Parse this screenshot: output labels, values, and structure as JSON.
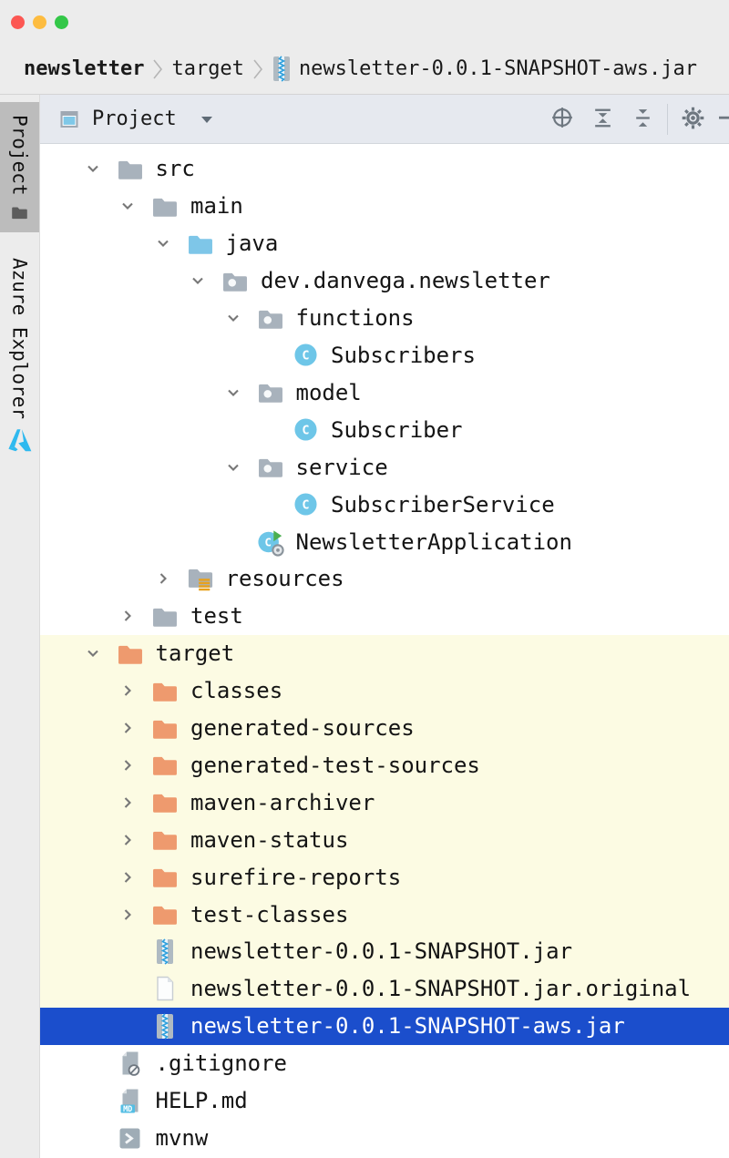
{
  "window": {
    "breadcrumbs": [
      {
        "label": "newsletter",
        "bold": true
      },
      {
        "label": "target"
      },
      {
        "label": "newsletter-0.0.1-SNAPSHOT-aws.jar",
        "icon": "jar"
      }
    ]
  },
  "stripe": {
    "tabs": [
      {
        "label": "Project",
        "icon": "folder-solid",
        "active": true
      },
      {
        "label": "Azure Explorer",
        "icon": "azure",
        "active": false
      }
    ]
  },
  "toolbar": {
    "title": "Project",
    "actions": [
      {
        "name": "select-opened-file",
        "icon": "locate"
      },
      {
        "name": "expand-all",
        "icon": "expand-all"
      },
      {
        "name": "collapse-all",
        "icon": "collapse-all"
      },
      {
        "name": "separator"
      },
      {
        "name": "settings",
        "icon": "gear"
      },
      {
        "name": "hide",
        "icon": "minus"
      }
    ]
  },
  "icon_badges": {
    "class_letter": "C",
    "markdown_badge": "MD"
  },
  "tree": {
    "rows": [
      {
        "label": "src",
        "icon": "folder",
        "level": 1,
        "chevron": "open",
        "bg": "normal"
      },
      {
        "label": "main",
        "icon": "folder",
        "level": 2,
        "chevron": "open",
        "bg": "normal"
      },
      {
        "label": "java",
        "icon": "folder-source",
        "level": 3,
        "chevron": "open",
        "bg": "normal"
      },
      {
        "label": "dev.danvega.newsletter",
        "icon": "package",
        "level": 4,
        "chevron": "open",
        "bg": "normal"
      },
      {
        "label": "functions",
        "icon": "package",
        "level": 5,
        "chevron": "open",
        "bg": "normal"
      },
      {
        "label": "Subscribers",
        "icon": "class",
        "level": 6,
        "chevron": "none",
        "bg": "normal"
      },
      {
        "label": "model",
        "icon": "package",
        "level": 5,
        "chevron": "open",
        "bg": "normal"
      },
      {
        "label": "Subscriber",
        "icon": "class",
        "level": 6,
        "chevron": "none",
        "bg": "normal"
      },
      {
        "label": "service",
        "icon": "package",
        "level": 5,
        "chevron": "open",
        "bg": "normal"
      },
      {
        "label": "SubscriberService",
        "icon": "class",
        "level": 6,
        "chevron": "none",
        "bg": "normal"
      },
      {
        "label": "NewsletterApplication",
        "icon": "class-run",
        "level": 5,
        "chevron": "none",
        "bg": "normal"
      },
      {
        "label": "resources",
        "icon": "folder-resources",
        "level": 3,
        "chevron": "closed",
        "bg": "normal"
      },
      {
        "label": "test",
        "icon": "folder",
        "level": 2,
        "chevron": "closed",
        "bg": "normal"
      },
      {
        "label": "target",
        "icon": "folder-excluded",
        "level": 1,
        "chevron": "open",
        "bg": "excluded"
      },
      {
        "label": "classes",
        "icon": "folder-excluded",
        "level": 2,
        "chevron": "closed",
        "bg": "excluded"
      },
      {
        "label": "generated-sources",
        "icon": "folder-excluded",
        "level": 2,
        "chevron": "closed",
        "bg": "excluded"
      },
      {
        "label": "generated-test-sources",
        "icon": "folder-excluded",
        "level": 2,
        "chevron": "closed",
        "bg": "excluded"
      },
      {
        "label": "maven-archiver",
        "icon": "folder-excluded",
        "level": 2,
        "chevron": "closed",
        "bg": "excluded"
      },
      {
        "label": "maven-status",
        "icon": "folder-excluded",
        "level": 2,
        "chevron": "closed",
        "bg": "excluded"
      },
      {
        "label": "surefire-reports",
        "icon": "folder-excluded",
        "level": 2,
        "chevron": "closed",
        "bg": "excluded"
      },
      {
        "label": "test-classes",
        "icon": "folder-excluded",
        "level": 2,
        "chevron": "closed",
        "bg": "excluded"
      },
      {
        "label": "newsletter-0.0.1-SNAPSHOT.jar",
        "icon": "jar",
        "level": 2,
        "chevron": "none",
        "bg": "excluded"
      },
      {
        "label": "newsletter-0.0.1-SNAPSHOT.jar.original",
        "icon": "file",
        "level": 2,
        "chevron": "none",
        "bg": "excluded"
      },
      {
        "label": "newsletter-0.0.1-SNAPSHOT-aws.jar",
        "icon": "jar",
        "level": 2,
        "chevron": "none",
        "bg": "selected"
      },
      {
        "label": ".gitignore",
        "icon": "file-ignored",
        "level": 1,
        "chevron": "none",
        "bg": "normal"
      },
      {
        "label": "HELP.md",
        "icon": "file-md",
        "level": 1,
        "chevron": "none",
        "bg": "normal"
      },
      {
        "label": "mvnw",
        "icon": "file-shell",
        "level": 1,
        "chevron": "none",
        "bg": "normal"
      }
    ]
  },
  "colors": {
    "selection_bg": "#1B4ECC",
    "excluded_row_bg": "#FCFBE3",
    "folder_gray": "#A8B2BC",
    "folder_source_blue": "#7EC6E8",
    "folder_excluded_orange": "#EE9A6E",
    "resources_bars_amber": "#E8A11C",
    "class_circle_blue": "#6EC6E8",
    "run_arrow_green": "#4CAF50",
    "azure_cyan": "#2FB9EF",
    "traffic_close": "#FC5753",
    "traffic_minimize": "#FDBC40",
    "traffic_zoom": "#33C748"
  }
}
